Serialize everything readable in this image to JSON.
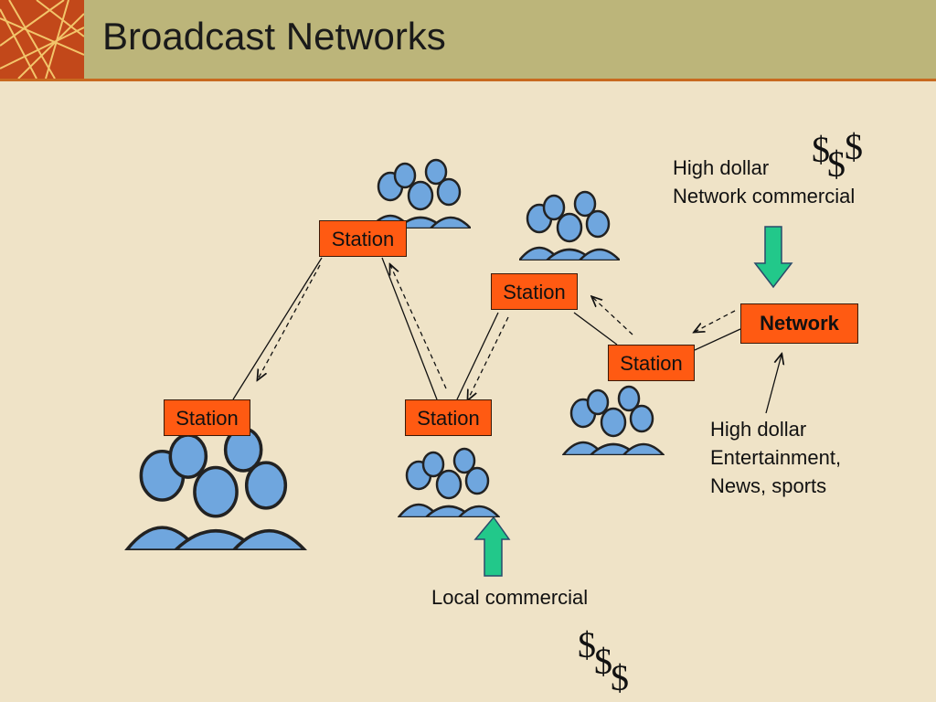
{
  "slide": {
    "title": "Broadcast Networks"
  },
  "nodes": {
    "station_top": "Station",
    "station_left": "Station",
    "station_mid": "Station",
    "station_upper_right": "Station",
    "station_right": "Station",
    "network": "Network"
  },
  "labels": {
    "network_commercial_line1": "High dollar",
    "network_commercial_line2": "Network commercial",
    "programming_line1": "High dollar",
    "programming_line2": "Entertainment,",
    "programming_line3": "News, sports",
    "local_commercial": "Local commercial"
  },
  "symbols": {
    "dollar": "$"
  },
  "colors": {
    "background": "#efe3c7",
    "header": "#bcb57a",
    "accent": "#c8691f",
    "node_fill": "#ff5a12",
    "arrow_fill": "#22c88a",
    "people_fill": "#6fa6de"
  },
  "icons": [
    "audience-icon",
    "money-icon",
    "down-arrow-icon",
    "up-arrow-icon"
  ]
}
